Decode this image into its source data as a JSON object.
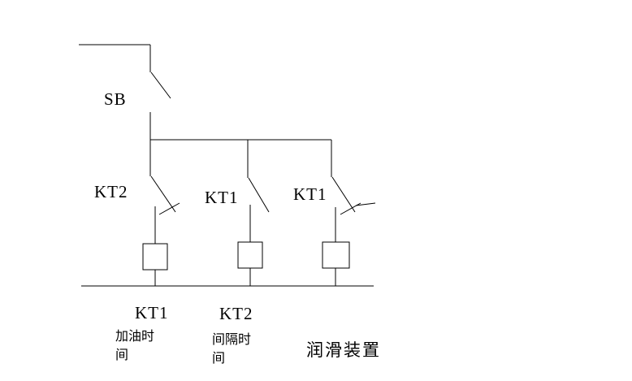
{
  "diagram": {
    "background": "#ffffff",
    "line_color": "#000000",
    "labels": {
      "sb": "SB",
      "contact_left": "KT2",
      "contact_middle": "KT1",
      "contact_right": "KT1",
      "coil_left": "KT1",
      "coil_middle": "KT2",
      "caption_left": "加油时间",
      "caption_middle": "间隔时间",
      "caption_right": "润滑装置"
    }
  }
}
